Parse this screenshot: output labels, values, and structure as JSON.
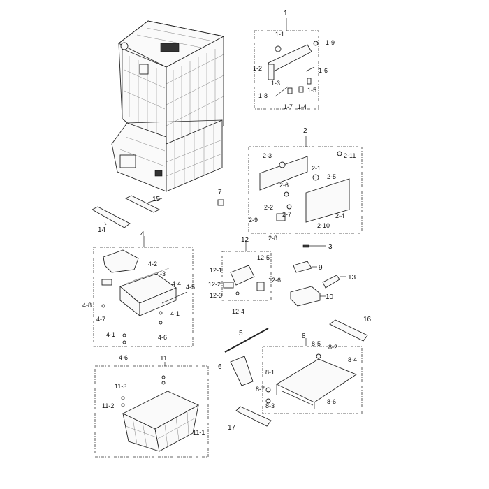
{
  "diagram": {
    "labels": {
      "l1": "1",
      "l1_1": "1-1",
      "l1_2": "1-2",
      "l1_3": "1-3",
      "l1_4": "1-4",
      "l1_5": "1-5",
      "l1_6": "1-6",
      "l1_7": "1-7",
      "l1_8": "1-8",
      "l1_9": "1-9",
      "l2": "2",
      "l2_1": "2-1",
      "l2_2": "2-2",
      "l2_3": "2-3",
      "l2_4": "2-4",
      "l2_5": "2-5",
      "l2_6": "2-6",
      "l2_7": "2-7",
      "l2_8": "2-8",
      "l2_9": "2-9",
      "l2_10": "2-10",
      "l2_11": "2-11",
      "l3": "3",
      "l4": "4",
      "l4_1a": "4-1",
      "l4_1b": "4-1",
      "l4_2": "4-2",
      "l4_3": "4-3",
      "l4_4": "4-4",
      "l4_5": "4-5",
      "l4_6a": "4-6",
      "l4_6b": "4-6",
      "l4_7": "4-7",
      "l4_8": "4-8",
      "l5": "5",
      "l6": "6",
      "l7": "7",
      "l8": "8",
      "l8_1": "8-1",
      "l8_2": "8-2",
      "l8_3": "8-3",
      "l8_4": "8-4",
      "l8_5": "8-5",
      "l8_6": "8-6",
      "l8_7": "8-7",
      "l9": "9",
      "l10": "10",
      "l11": "11",
      "l11_1": "11-1",
      "l11_2": "11-2",
      "l11_3": "11-3",
      "l12": "12",
      "l12_1": "12-1",
      "l12_2": "12-2",
      "l12_3": "12-3",
      "l12_4": "12-4",
      "l12_5": "12-5",
      "l12_6": "12-6",
      "l13": "13",
      "l14": "14",
      "l15": "15",
      "l16": "16",
      "l17": "17"
    }
  }
}
